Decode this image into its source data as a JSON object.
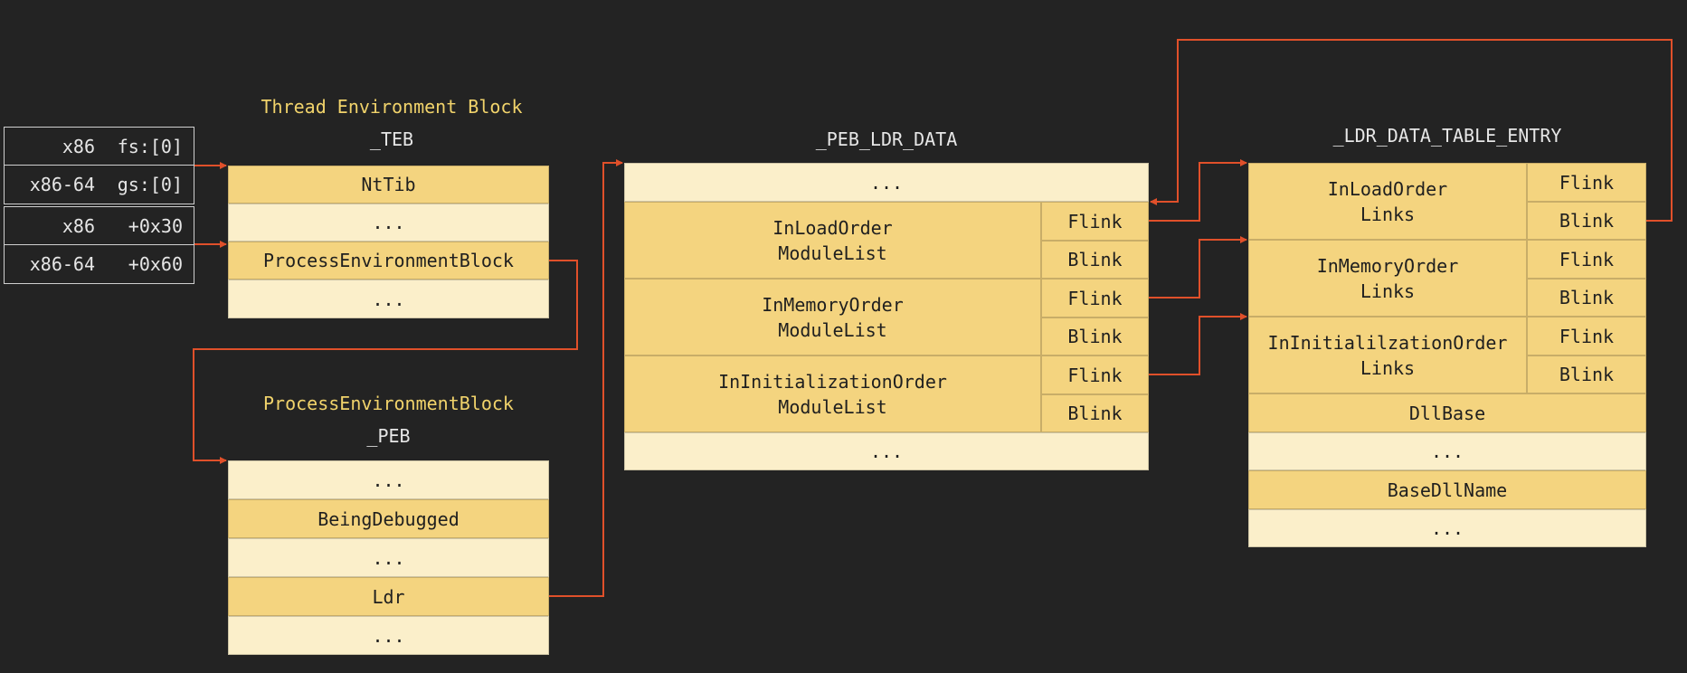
{
  "registers": [
    {
      "arch": "x86",
      "value": "fs:[0]"
    },
    {
      "arch": "x86-64",
      "value": "gs:[0]"
    },
    {
      "arch": "x86",
      "value": "+0x30"
    },
    {
      "arch": "x86-64",
      "value": "+0x60"
    }
  ],
  "teb": {
    "caption": "Thread Environment Block",
    "name": "_TEB",
    "rows": [
      "NtTib",
      "...",
      "ProcessEnvironmentBlock",
      "..."
    ]
  },
  "peb": {
    "caption": "ProcessEnvironmentBlock",
    "name": "_PEB",
    "rows": [
      "...",
      "BeingDebugged",
      "...",
      "Ldr",
      "..."
    ]
  },
  "peb_ldr_data": {
    "name": "_PEB_LDR_DATA",
    "top": "...",
    "lists": [
      {
        "label": "InLoadOrder\nModuleList",
        "flink": "Flink",
        "blink": "Blink"
      },
      {
        "label": "InMemoryOrder\nModuleList",
        "flink": "Flink",
        "blink": "Blink"
      },
      {
        "label": "InInitializationOrder\nModuleList",
        "flink": "Flink",
        "blink": "Blink"
      }
    ],
    "bottom": "..."
  },
  "ldr_entry": {
    "name": "_LDR_DATA_TABLE_ENTRY",
    "links": [
      {
        "label": "InLoadOrder\nLinks",
        "flink": "Flink",
        "blink": "Blink"
      },
      {
        "label": "InMemoryOrder\nLinks",
        "flink": "Flink",
        "blink": "Blink"
      },
      {
        "label": "InInitialilzationOrder\nLinks",
        "flink": "Flink",
        "blink": "Blink"
      }
    ],
    "rows": [
      "DllBase",
      "...",
      "BaseDllName",
      "..."
    ]
  },
  "colors": {
    "background": "#232323",
    "field_dark": "#f4d47f",
    "field_light": "#fbefca",
    "arrow": "#e0502a",
    "caption": "#f1d36b"
  }
}
